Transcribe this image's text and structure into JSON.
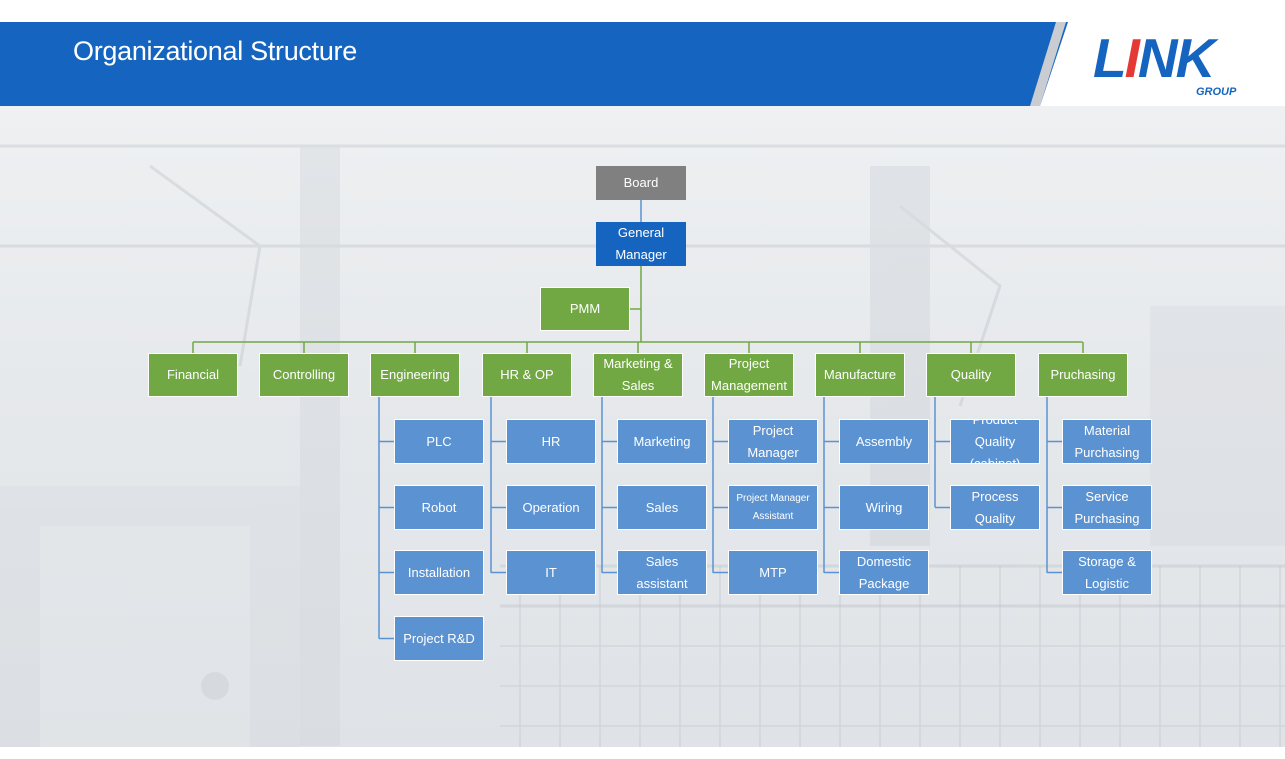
{
  "header": {
    "title": "Organizational Structure"
  },
  "logo": {
    "main_left": "L",
    "main_accent": "I",
    "main_right": "NK",
    "sub": "GROUP"
  },
  "colors": {
    "header_blue": "#1565c0",
    "board_gray": "#808080",
    "department_green": "#71a843",
    "unit_blue": "#5b92d1",
    "logo_red": "#e53935"
  },
  "chart": {
    "top": [
      "Board",
      "General\nManager"
    ],
    "staff": "PMM",
    "departments": [
      {
        "label": "Financial",
        "units": []
      },
      {
        "label": "Controlling",
        "units": []
      },
      {
        "label": "Engineering",
        "units": [
          "PLC",
          "Robot",
          "Installation",
          "Project R&D"
        ]
      },
      {
        "label": "HR & OP",
        "units": [
          "HR",
          "Operation",
          "IT"
        ]
      },
      {
        "label": "Marketing &\nSales",
        "units": [
          "Marketing",
          "Sales",
          "Sales\nassistant"
        ]
      },
      {
        "label": "Project\nManagement",
        "units": [
          "Project\nManager",
          "Project Manager\nAssistant",
          "MTP"
        ]
      },
      {
        "label": "Manufacture",
        "units": [
          "Assembly",
          "Wiring",
          "Domestic\nPackage"
        ]
      },
      {
        "label": "Quality",
        "units": [
          "Product\nQuality\n(cabinet)",
          "Process\nQuality"
        ]
      },
      {
        "label": "Pruchasing",
        "units": [
          "Material\nPurchasing",
          "Service\nPurchasing",
          "Storage &\nLogistic"
        ]
      }
    ]
  }
}
